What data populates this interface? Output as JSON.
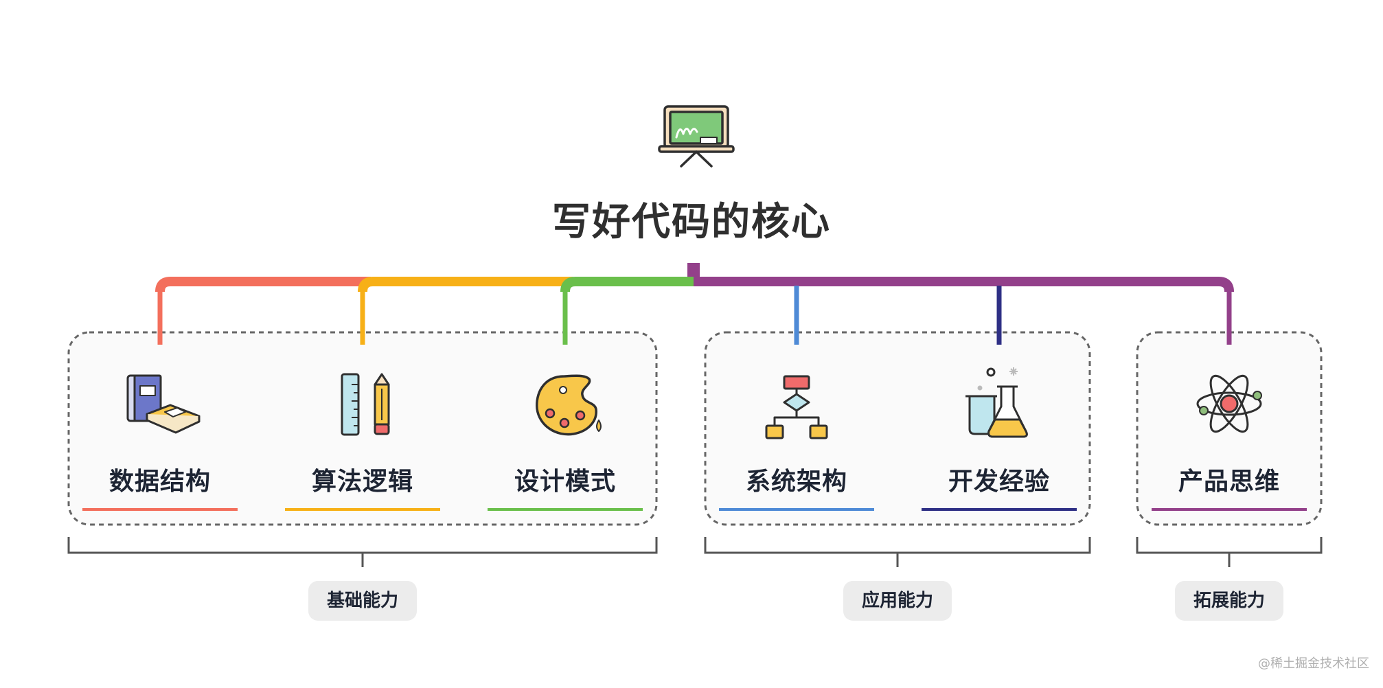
{
  "title": "写好代码的核心",
  "items": [
    {
      "label": "数据结构",
      "color": "#f36f5c",
      "icon": "books-icon"
    },
    {
      "label": "算法逻辑",
      "color": "#f7b017",
      "icon": "ruler-pencil-icon"
    },
    {
      "label": "设计模式",
      "color": "#6abf4b",
      "icon": "palette-icon"
    },
    {
      "label": "系统架构",
      "color": "#4e8ad6",
      "icon": "flowchart-icon"
    },
    {
      "label": "开发经验",
      "color": "#2e2f85",
      "icon": "flask-icon"
    },
    {
      "label": "产品思维",
      "color": "#93408a",
      "icon": "atom-icon"
    }
  ],
  "groups": [
    {
      "label": "基础能力"
    },
    {
      "label": "应用能力"
    },
    {
      "label": "拓展能力"
    }
  ],
  "watermark": "@稀土掘金技术社区"
}
